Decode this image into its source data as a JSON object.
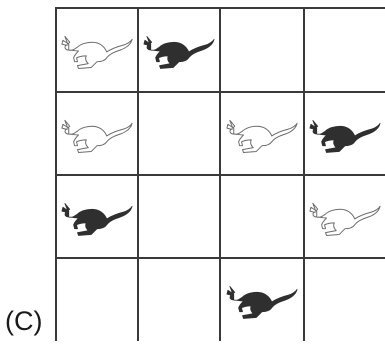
{
  "option_label": "(C)",
  "colors": {
    "grid_line": "#3a3a3a",
    "kangaroo_dark": "#2f2f2f",
    "kangaroo_light_fill": "#ffffff",
    "kangaroo_light_stroke": "#6b6b6b"
  },
  "grid": {
    "rows": 4,
    "cols": 4,
    "cells": [
      [
        "white-kangaroo-icon",
        "black-kangaroo-icon",
        "",
        ""
      ],
      [
        "white-kangaroo-icon",
        "",
        "white-kangaroo-icon",
        "black-kangaroo-icon"
      ],
      [
        "black-kangaroo-icon",
        "",
        "",
        "white-kangaroo-icon"
      ],
      [
        "",
        "",
        "black-kangaroo-icon",
        ""
      ]
    ]
  }
}
